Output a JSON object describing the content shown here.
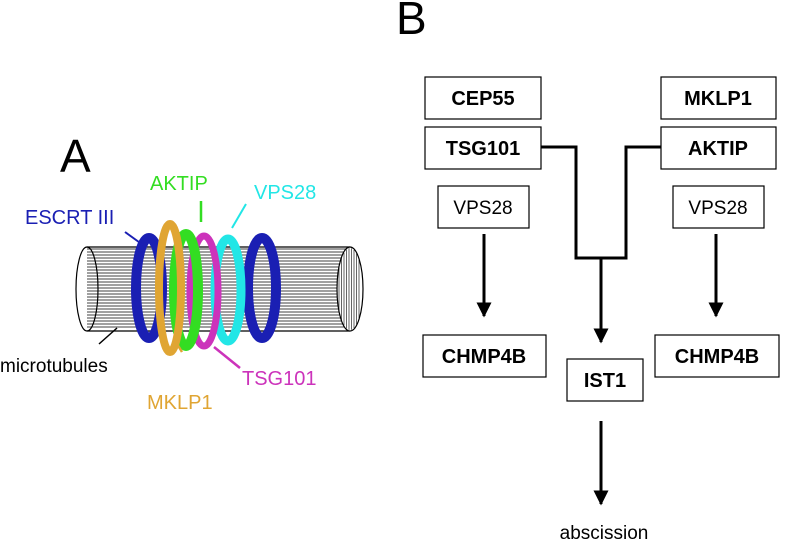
{
  "panel_a": {
    "letter": "A",
    "labels": {
      "escrt": "ESCRT III",
      "aktip": "AKTIP",
      "vps28": "VPS28",
      "microtubules": "microtubules",
      "mklp1": "MKLP1",
      "tsg101": "TSG101"
    },
    "colors": {
      "escrt": "#1a1fb3",
      "aktip": "#33dd22",
      "vps28": "#22e6e6",
      "mklp1": "#e0a533",
      "tsg101": "#cc33bb",
      "microtubules": "#000000"
    }
  },
  "panel_b": {
    "letter": "B",
    "boxes": {
      "cep55": "CEP55",
      "mklp1": "MKLP1",
      "tsg101": "TSG101",
      "aktip": "AKTIP",
      "vps28_left": "VPS28",
      "vps28_right": "VPS28",
      "chmp4b_left": "CHMP4B",
      "chmp4b_right": "CHMP4B",
      "ist1": "IST1"
    },
    "outcome": "abscission"
  }
}
